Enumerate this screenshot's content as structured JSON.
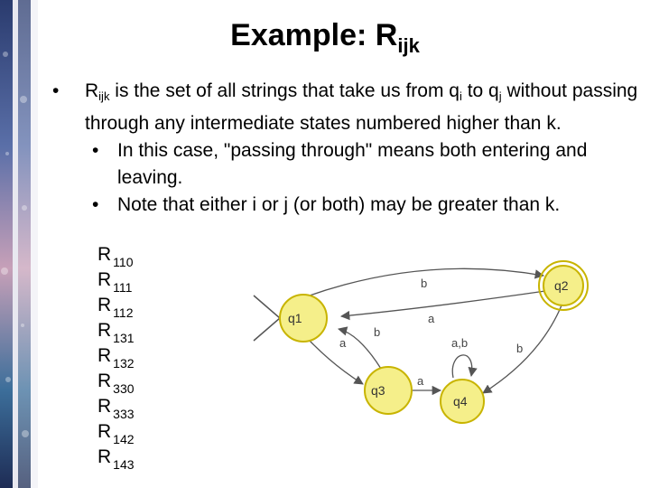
{
  "title": {
    "main": "Example: R",
    "sub": "ijk"
  },
  "bullets": {
    "b1": {
      "pre": "R",
      "sub": "ijk",
      "t1": " is the set of all strings that take us from q",
      "sub_i": "i",
      "t2": " to q",
      "sub_j": "j",
      "t3": " without passing through any intermediate states numbered higher than k."
    },
    "b2": "In this case, \"passing through\" means both entering and leaving.",
    "b3": "Note that either i or j (or both) may be greater than k."
  },
  "r_list": [
    {
      "letter": "R",
      "sub": "110"
    },
    {
      "letter": "R",
      "sub": "111"
    },
    {
      "letter": "R",
      "sub": "112"
    },
    {
      "letter": "R",
      "sub": "131"
    },
    {
      "letter": "R",
      "sub": "132"
    },
    {
      "letter": "R",
      "sub": "330"
    },
    {
      "letter": "R",
      "sub": "333"
    },
    {
      "letter": "R",
      "sub": "142"
    },
    {
      "letter": "R",
      "sub": "143"
    }
  ],
  "diagram": {
    "states": {
      "q1": "q1",
      "q2": "q2",
      "q3": "q3",
      "q4": "q4"
    },
    "edges": {
      "q1_q2": "b",
      "q2_q1": "a",
      "q1_q3": "a",
      "q3_q1": "b",
      "q3_q4": "a",
      "q4_self": "a,b",
      "q2_q4": "b"
    },
    "colors": {
      "state_fill": "#f5ef8a",
      "state_stroke": "#c8b400",
      "edge": "#555555"
    }
  }
}
